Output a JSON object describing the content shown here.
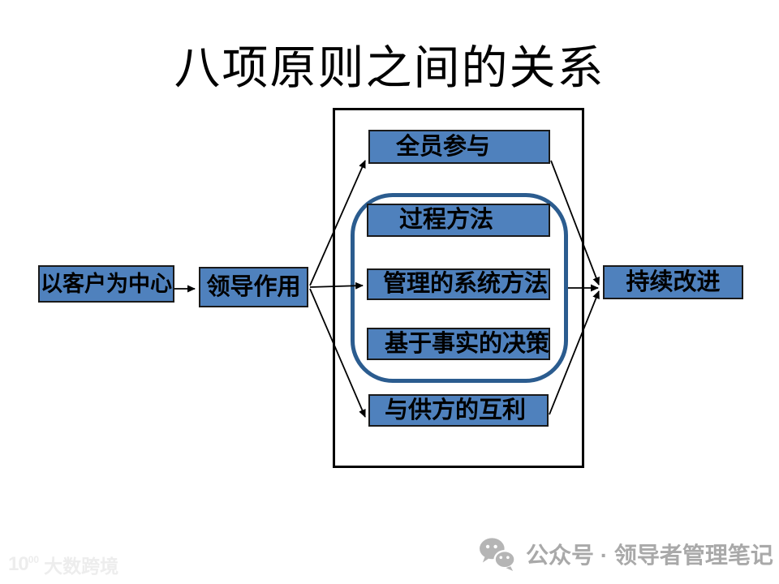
{
  "slide": {
    "title": "八项原则之间的关系"
  },
  "nodes": {
    "customer_focus": "以客户为中心",
    "leadership": "领导作用",
    "total_involvement": "全员参与",
    "process_approach": "过程方法",
    "system_approach": "管理的系统方法",
    "factual_decision": "基于事实的决策",
    "supplier_mutual_benefit": "与供方的互利",
    "continual_improvement": "持续改进"
  },
  "colors": {
    "node_fill": "#4f81bd",
    "node_border": "#1a1a1a",
    "group_outline": "#2b5c8f",
    "container_border": "#000000",
    "arrow": "#000000",
    "watermark_gray": "#a9a9a9",
    "watermark_faint": "#ededed"
  },
  "watermarks": {
    "bottom_right": {
      "icon": "wechat-icon",
      "text": "公众号 · 领导者管理笔记"
    },
    "bottom_left": {
      "icon": "dashu-kuajing-logo",
      "text": "大数跨境",
      "mark": "10",
      "mark_sup": "00"
    }
  }
}
